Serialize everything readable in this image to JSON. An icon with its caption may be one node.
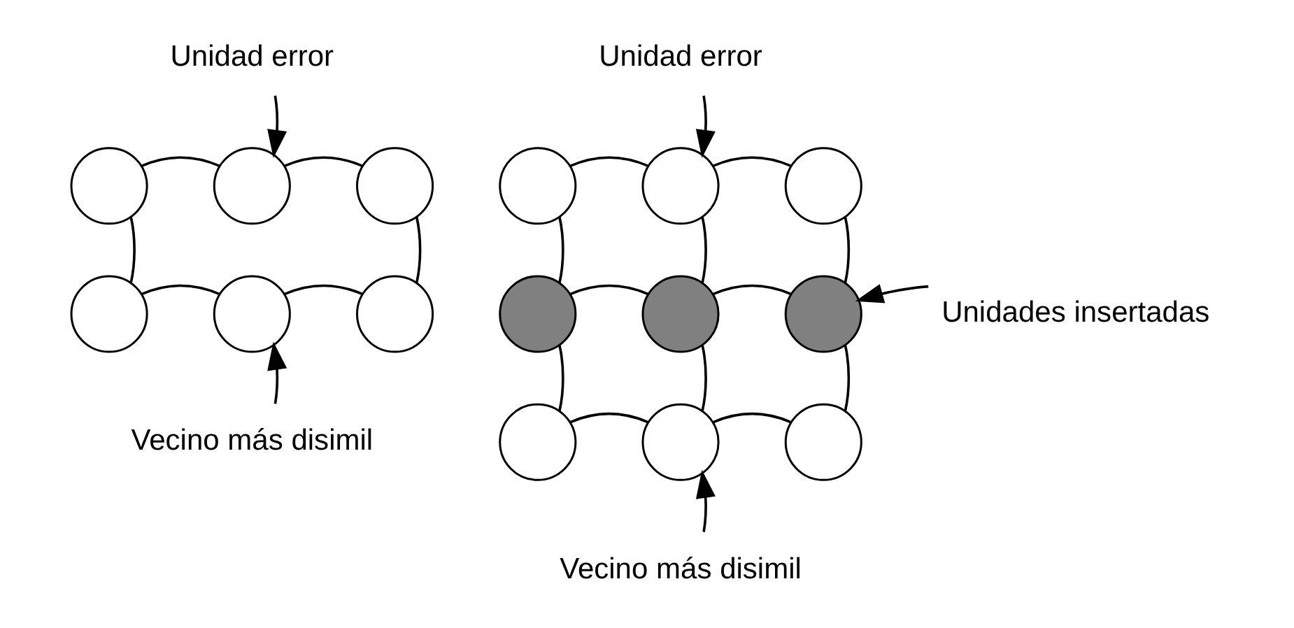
{
  "diagram": {
    "nodes": [
      {
        "text": [
          "Unidad error"
        ]
      },
      {
        "text": [],
        "shape": "circle"
      },
      {
        "text": [],
        "shape": "circle"
      },
      {
        "text": [],
        "shape": "circle"
      },
      {
        "text": [],
        "shape": "circle"
      },
      {
        "text": [],
        "shape": "circle"
      },
      {
        "text": [],
        "shape": "circle"
      },
      {
        "text": [
          "Vecino más disimil"
        ]
      },
      {
        "text": [
          "Unidad error"
        ]
      },
      {
        "text": [],
        "shape": "circle"
      },
      {
        "text": [],
        "shape": "circle"
      },
      {
        "text": [],
        "shape": "circle"
      },
      {
        "text": [
          "Unidades insertadas"
        ]
      },
      {
        "text": [],
        "shape": "circle"
      },
      {
        "text": [],
        "shape": "circle"
      },
      {
        "text": [],
        "shape": "circle"
      },
      {
        "text": [],
        "shape": "circle"
      },
      {
        "text": [],
        "shape": "circle"
      },
      {
        "text": [],
        "shape": "circle"
      },
      {
        "text": [
          "Vecino más disimil"
        ]
      }
    ],
    "edges": [
      {
        "from": 0,
        "to": 2,
        "arrow": "to"
      },
      {
        "from": 1,
        "to": 2,
        "arrow": "none"
      },
      {
        "from": 2,
        "to": 3,
        "arrow": "none"
      },
      {
        "from": 1,
        "to": 4,
        "arrow": "none"
      },
      {
        "from": 3,
        "to": 6,
        "arrow": "none"
      },
      {
        "from": 4,
        "to": 5,
        "arrow": "none"
      },
      {
        "from": 5,
        "to": 6,
        "arrow": "none"
      },
      {
        "from": 7,
        "to": 5,
        "arrow": "to"
      },
      {
        "from": 8,
        "to": 10,
        "arrow": "to"
      },
      {
        "from": 9,
        "to": 10,
        "arrow": "none"
      },
      {
        "from": 10,
        "to": 11,
        "arrow": "none"
      },
      {
        "from": 9,
        "to": 13,
        "arrow": "none"
      },
      {
        "from": 10,
        "to": 14,
        "arrow": "none"
      },
      {
        "from": 11,
        "to": 15,
        "arrow": "none"
      },
      {
        "from": 12,
        "to": 15,
        "arrow": "to"
      },
      {
        "from": 13,
        "to": 14,
        "arrow": "none"
      },
      {
        "from": 14,
        "to": 15,
        "arrow": "none"
      },
      {
        "from": 13,
        "to": 16,
        "arrow": "none"
      },
      {
        "from": 14,
        "to": 17,
        "arrow": "none"
      },
      {
        "from": 15,
        "to": 18,
        "arrow": "none"
      },
      {
        "from": 16,
        "to": 17,
        "arrow": "none"
      },
      {
        "from": 17,
        "to": 18,
        "arrow": "none"
      },
      {
        "from": 19,
        "to": 17,
        "arrow": "to"
      }
    ]
  }
}
